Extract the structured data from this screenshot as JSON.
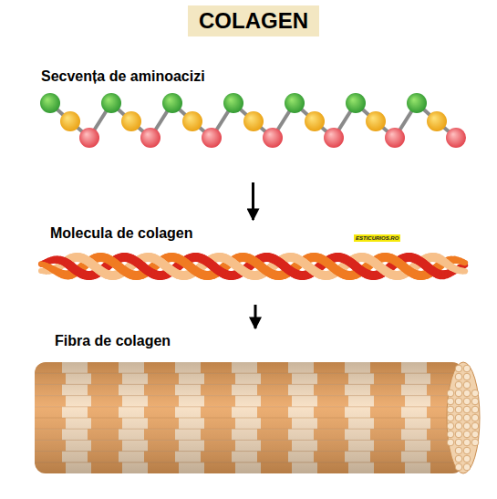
{
  "diagram": {
    "title": "COLAGEN",
    "nodes": [
      {
        "text": [
          "Secvența de aminoacizi"
        ]
      },
      {
        "text": [
          "Molecula de colagen"
        ]
      },
      {
        "text": [
          "Fibra de colagen"
        ]
      }
    ],
    "edges": [
      {
        "from": 0,
        "to": 1,
        "arrow": "to"
      },
      {
        "from": 1,
        "to": 2,
        "arrow": "to"
      }
    ],
    "labels": [
      "ESTICURIOS.RO"
    ]
  }
}
